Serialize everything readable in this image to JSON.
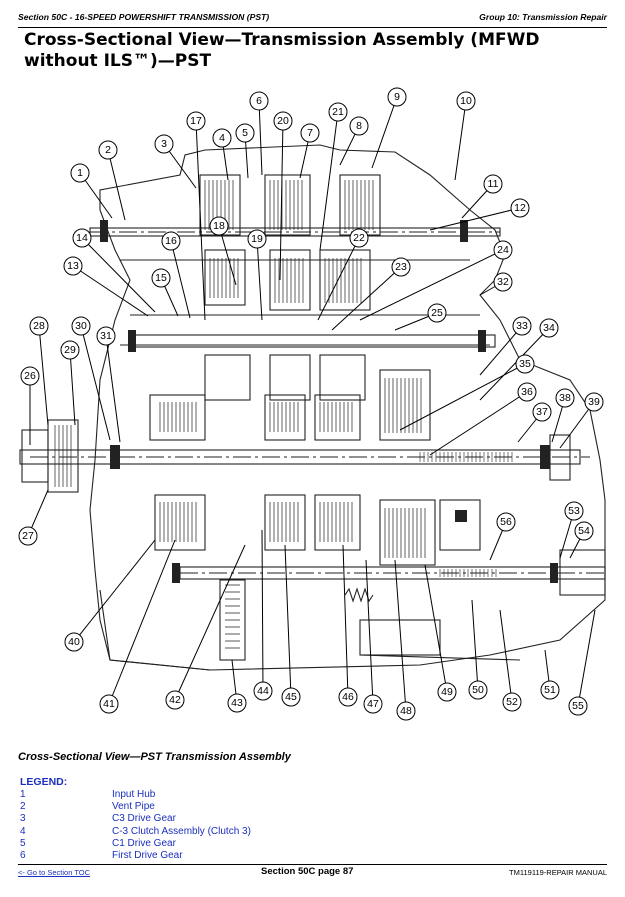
{
  "header": {
    "left": "Section 50C - 16-SPEED POWERSHIFT TRANSMISSION (PST)",
    "right": "Group 10: Transmission Repair"
  },
  "title": "Cross-Sectional View—Transmission Assembly (MFWD without ILS™)—PST",
  "diagram": {
    "callouts": [
      "1",
      "2",
      "3",
      "4",
      "5",
      "6",
      "7",
      "8",
      "9",
      "10",
      "11",
      "12",
      "13",
      "14",
      "15",
      "16",
      "17",
      "18",
      "19",
      "20",
      "21",
      "22",
      "23",
      "24",
      "25",
      "26",
      "27",
      "28",
      "29",
      "30",
      "31",
      "32",
      "33",
      "34",
      "35",
      "36",
      "37",
      "38",
      "39",
      "40",
      "41",
      "42",
      "43",
      "44",
      "45",
      "46",
      "47",
      "48",
      "49",
      "50",
      "51",
      "52",
      "53",
      "54",
      "55",
      "56"
    ]
  },
  "caption": "Cross-Sectional View—PST Transmission Assembly",
  "legend": {
    "title": "LEGEND:",
    "items": [
      {
        "num": "1",
        "label": "Input Hub"
      },
      {
        "num": "2",
        "label": "Vent Pipe"
      },
      {
        "num": "3",
        "label": "C3 Drive Gear"
      },
      {
        "num": "4",
        "label": "C-3 Clutch Assembly (Clutch 3)"
      },
      {
        "num": "5",
        "label": "C1 Drive Gear"
      },
      {
        "num": "6",
        "label": "First Drive Gear"
      }
    ]
  },
  "footer": {
    "toc_link": "<- Go to Section TOC",
    "page": "Section 50C page 87",
    "manual": "TM119119-REPAIR MANUAL"
  }
}
